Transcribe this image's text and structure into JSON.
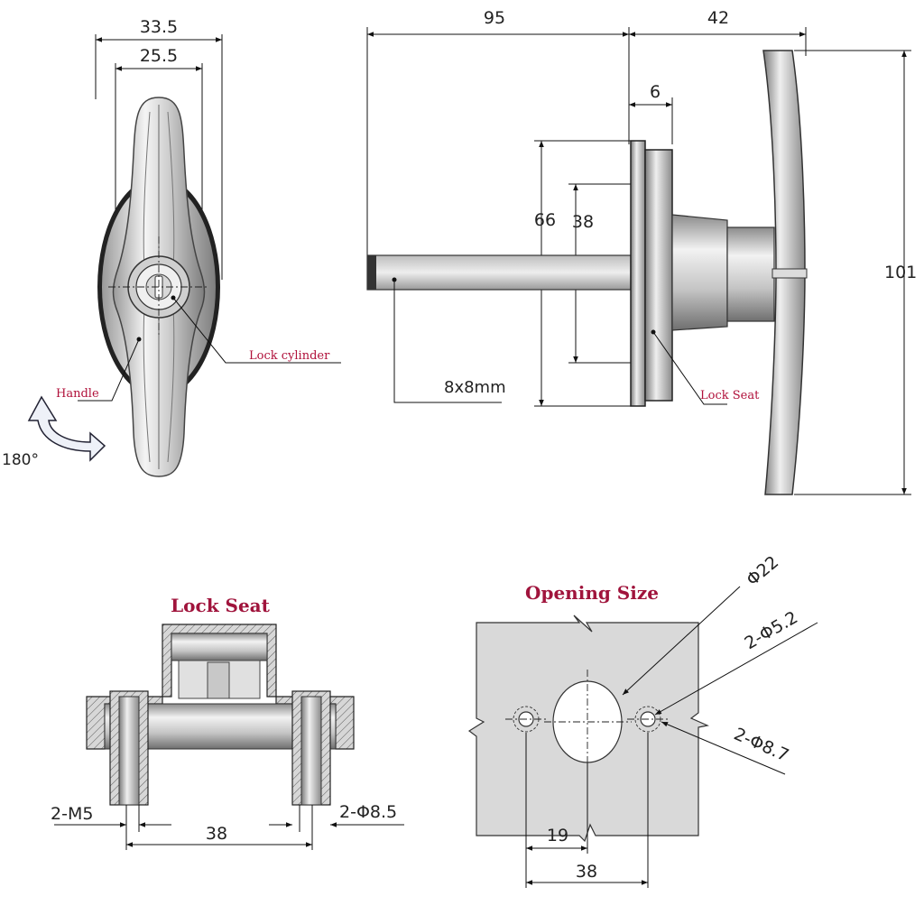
{
  "front_view": {
    "dim_width_outer": "33.5",
    "dim_width_inner": "25.5",
    "label_lock_cylinder": "Lock cylinder",
    "label_handle": "Handle",
    "label_rotation": "180°"
  },
  "side_view": {
    "dim_shaft_length": "95",
    "dim_handle_depth": "42",
    "dim_seat_thickness": "6",
    "dim_seat_height": "66",
    "dim_hole_spacing": "38",
    "dim_total_height": "101",
    "label_shaft": "8x8mm",
    "label_lock_seat": "Lock Seat"
  },
  "seat_section": {
    "title": "Lock Seat",
    "dim_thread": "2-M5",
    "dim_spacing": "38",
    "dim_hole": "2-Φ8.5"
  },
  "opening_size": {
    "title": "Opening Size",
    "dim_center_hole": "Φ22",
    "dim_small_holes": "2-Φ5.2",
    "dim_counterbore": "2-Φ8.7",
    "dim_half_spacing": "19",
    "dim_spacing": "38"
  },
  "colors": {
    "label_red": "#b0103a",
    "title_red": "#a0143c",
    "metal_light": "#e6e6e6",
    "metal_dark": "#8a8a8a",
    "opening_plate": "#d9d9d9"
  }
}
